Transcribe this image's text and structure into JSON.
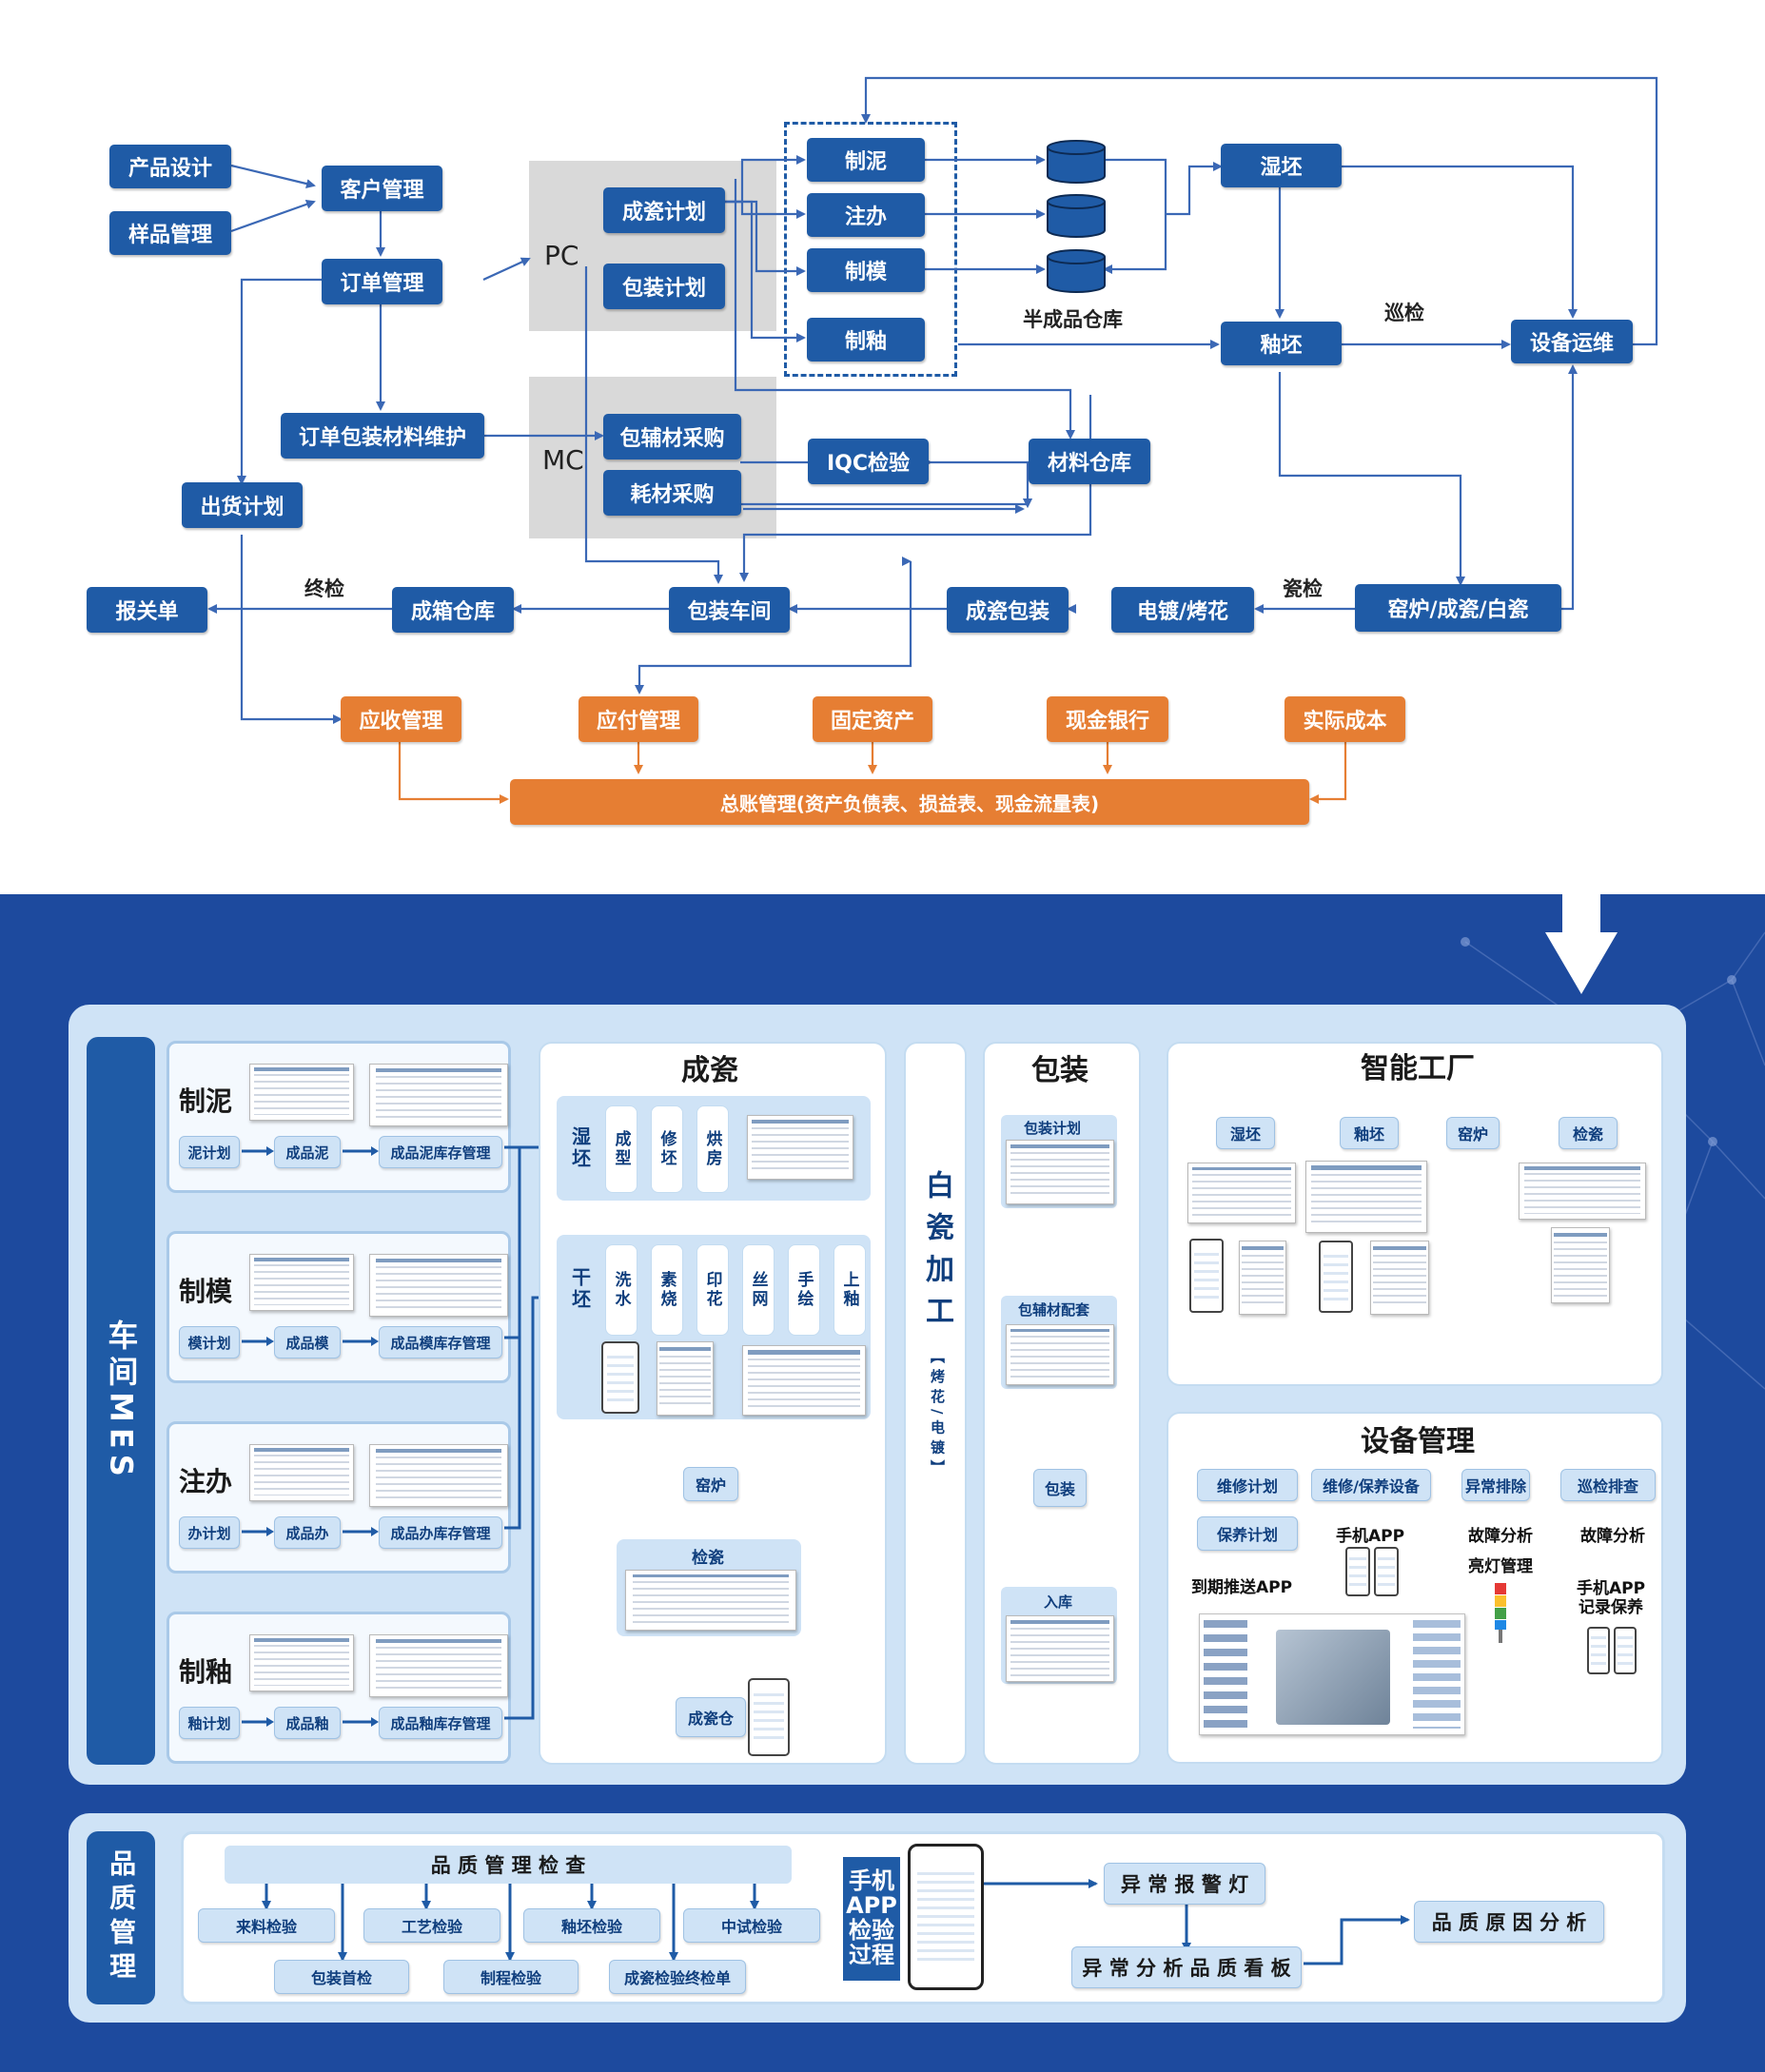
{
  "flow": {
    "product_design": "产品设计",
    "sample_mgmt": "样品管理",
    "customer_mgmt": "客户管理",
    "order_mgmt": "订单管理",
    "order_pack_material": "订单包装材料维护",
    "shipping_plan": "出货计划",
    "customs": "报关单",
    "final_check": "终检",
    "box_warehouse": "成箱仓库",
    "pack_workshop": "包装车间",
    "porcelain_pack": "成瓷包装",
    "plating": "电镀/烤花",
    "porcelain_check": "瓷检",
    "kiln": "窑炉/成瓷/白瓷",
    "pc": "PC",
    "mc": "MC",
    "porcelain_plan": "成瓷计划",
    "pack_plan": "包装计划",
    "aux_purchase": "包辅材采购",
    "consumable_purchase": "耗材采购",
    "iqc": "IQC检验",
    "material_warehouse": "材料仓库",
    "mud": "制泥",
    "grouting": "注办",
    "mold": "制模",
    "glaze": "制釉",
    "semi_warehouse": "半成品仓库",
    "wet_blank": "湿坯",
    "glaze_blank": "釉坯",
    "patrol": "巡检",
    "equip_ops": "设备运维",
    "receivable": "应收管理",
    "payable": "应付管理",
    "fixed_assets": "固定资产",
    "cash_bank": "现金银行",
    "actual_cost": "实际成本",
    "ledger": "总账管理(资产负债表、损益表、现金流量表)"
  },
  "mes": {
    "label": "车间MES",
    "rows": [
      {
        "title": "制泥",
        "plan": "泥计划",
        "product": "成品泥",
        "stock": "成品泥库存管理"
      },
      {
        "title": "制模",
        "plan": "模计划",
        "product": "成品模",
        "stock": "成品模库存管理"
      },
      {
        "title": "注办",
        "plan": "办计划",
        "product": "成品办",
        "stock": "成品办库存管理"
      },
      {
        "title": "制釉",
        "plan": "釉计划",
        "product": "成品釉",
        "stock": "成品釉库存管理"
      }
    ],
    "porcelain": {
      "title": "成瓷",
      "steps1": [
        "湿坯",
        "成型",
        "修坯",
        "烘房"
      ],
      "steps2": [
        "干坯",
        "洗水",
        "素烧",
        "印花",
        "丝网",
        "手绘",
        "上釉"
      ],
      "kiln": "窑炉",
      "inspect": "检瓷",
      "warehouse": "成瓷仓"
    },
    "white": {
      "title": "白瓷加工",
      "sub": "【烤花/电镀】"
    },
    "packing": {
      "title": "包装",
      "plan": "包装计划",
      "kit": "包辅材配套",
      "pack": "包装",
      "store": "入库"
    },
    "factory": {
      "title": "智能工厂",
      "steps": [
        "湿坯",
        "釉坯",
        "窑炉",
        "检瓷"
      ]
    },
    "equipment": {
      "title": "设备管理",
      "maint_plan": "维修计划",
      "upkeep_plan": "保养计划",
      "due_push": "到期推送APP",
      "maint_equip": "维修/保养设备",
      "mobile_app": "手机APP",
      "troubleshoot": "异常排除",
      "fault_analysis": "故障分析",
      "light_mgmt": "亮灯管理",
      "patrol_check": "巡检排查",
      "fault_analysis2": "故障分析",
      "app_record": "手机APP\n记录保养"
    }
  },
  "quality": {
    "label": "品质管理",
    "header": "品 质 管 理 检 查",
    "top_checks": [
      "来料检验",
      "工艺检验",
      "釉坯检验",
      "中试检验"
    ],
    "bottom_checks": [
      "包装首检",
      "制程检验",
      "成瓷检验终检单"
    ],
    "mobile": "手机APP检验过程",
    "alarm": "异 常 报 警 灯",
    "board": "异 常 分 析 品 质 看 板",
    "cause": "品 质 原 因 分 析"
  },
  "colors": {
    "blue": "#1f5ba6",
    "orange": "#e67e33",
    "navy_bg": "#1d4a9e",
    "panel": "#cfe3f6"
  }
}
